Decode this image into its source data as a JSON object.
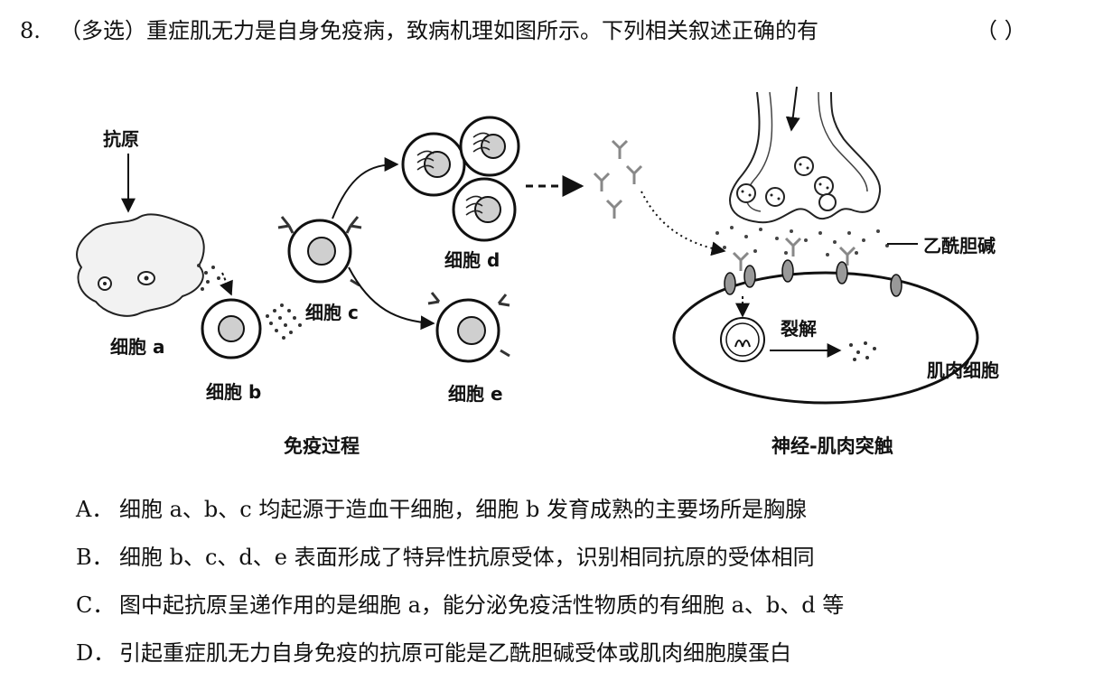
{
  "question": {
    "number": "8.",
    "stem": "（多选）重症肌无力是自身免疫病，致病机理如图所示。下列相关叙述正确的有",
    "answer_blank": "（        ）"
  },
  "figure": {
    "labels": {
      "antigen": "抗原",
      "cell_a": "细胞 a",
      "cell_b": "细胞 b",
      "cell_c": "细胞 c",
      "cell_d": "细胞 d",
      "cell_e": "细胞 e",
      "acetylcholine": "乙酰胆碱",
      "lysis": "裂解",
      "muscle_cell": "肌肉细胞"
    },
    "captions": {
      "left": "免疫过程",
      "right": "神经-肌肉突触"
    }
  },
  "options": [
    {
      "letter": "A．",
      "text": "细胞 a、b、c 均起源于造血干细胞，细胞 b 发育成熟的主要场所是胸腺"
    },
    {
      "letter": "B．",
      "text": "细胞 b、c、d、e 表面形成了特异性抗原受体，识别相同抗原的受体相同"
    },
    {
      "letter": "C．",
      "text": "图中起抗原呈递作用的是细胞 a，能分泌免疫活性物质的有细胞 a、b、d 等"
    },
    {
      "letter": "D．",
      "text": "引起重症肌无力自身免疫的抗原可能是乙酰胆碱受体或肌肉细胞膜蛋白"
    }
  ]
}
